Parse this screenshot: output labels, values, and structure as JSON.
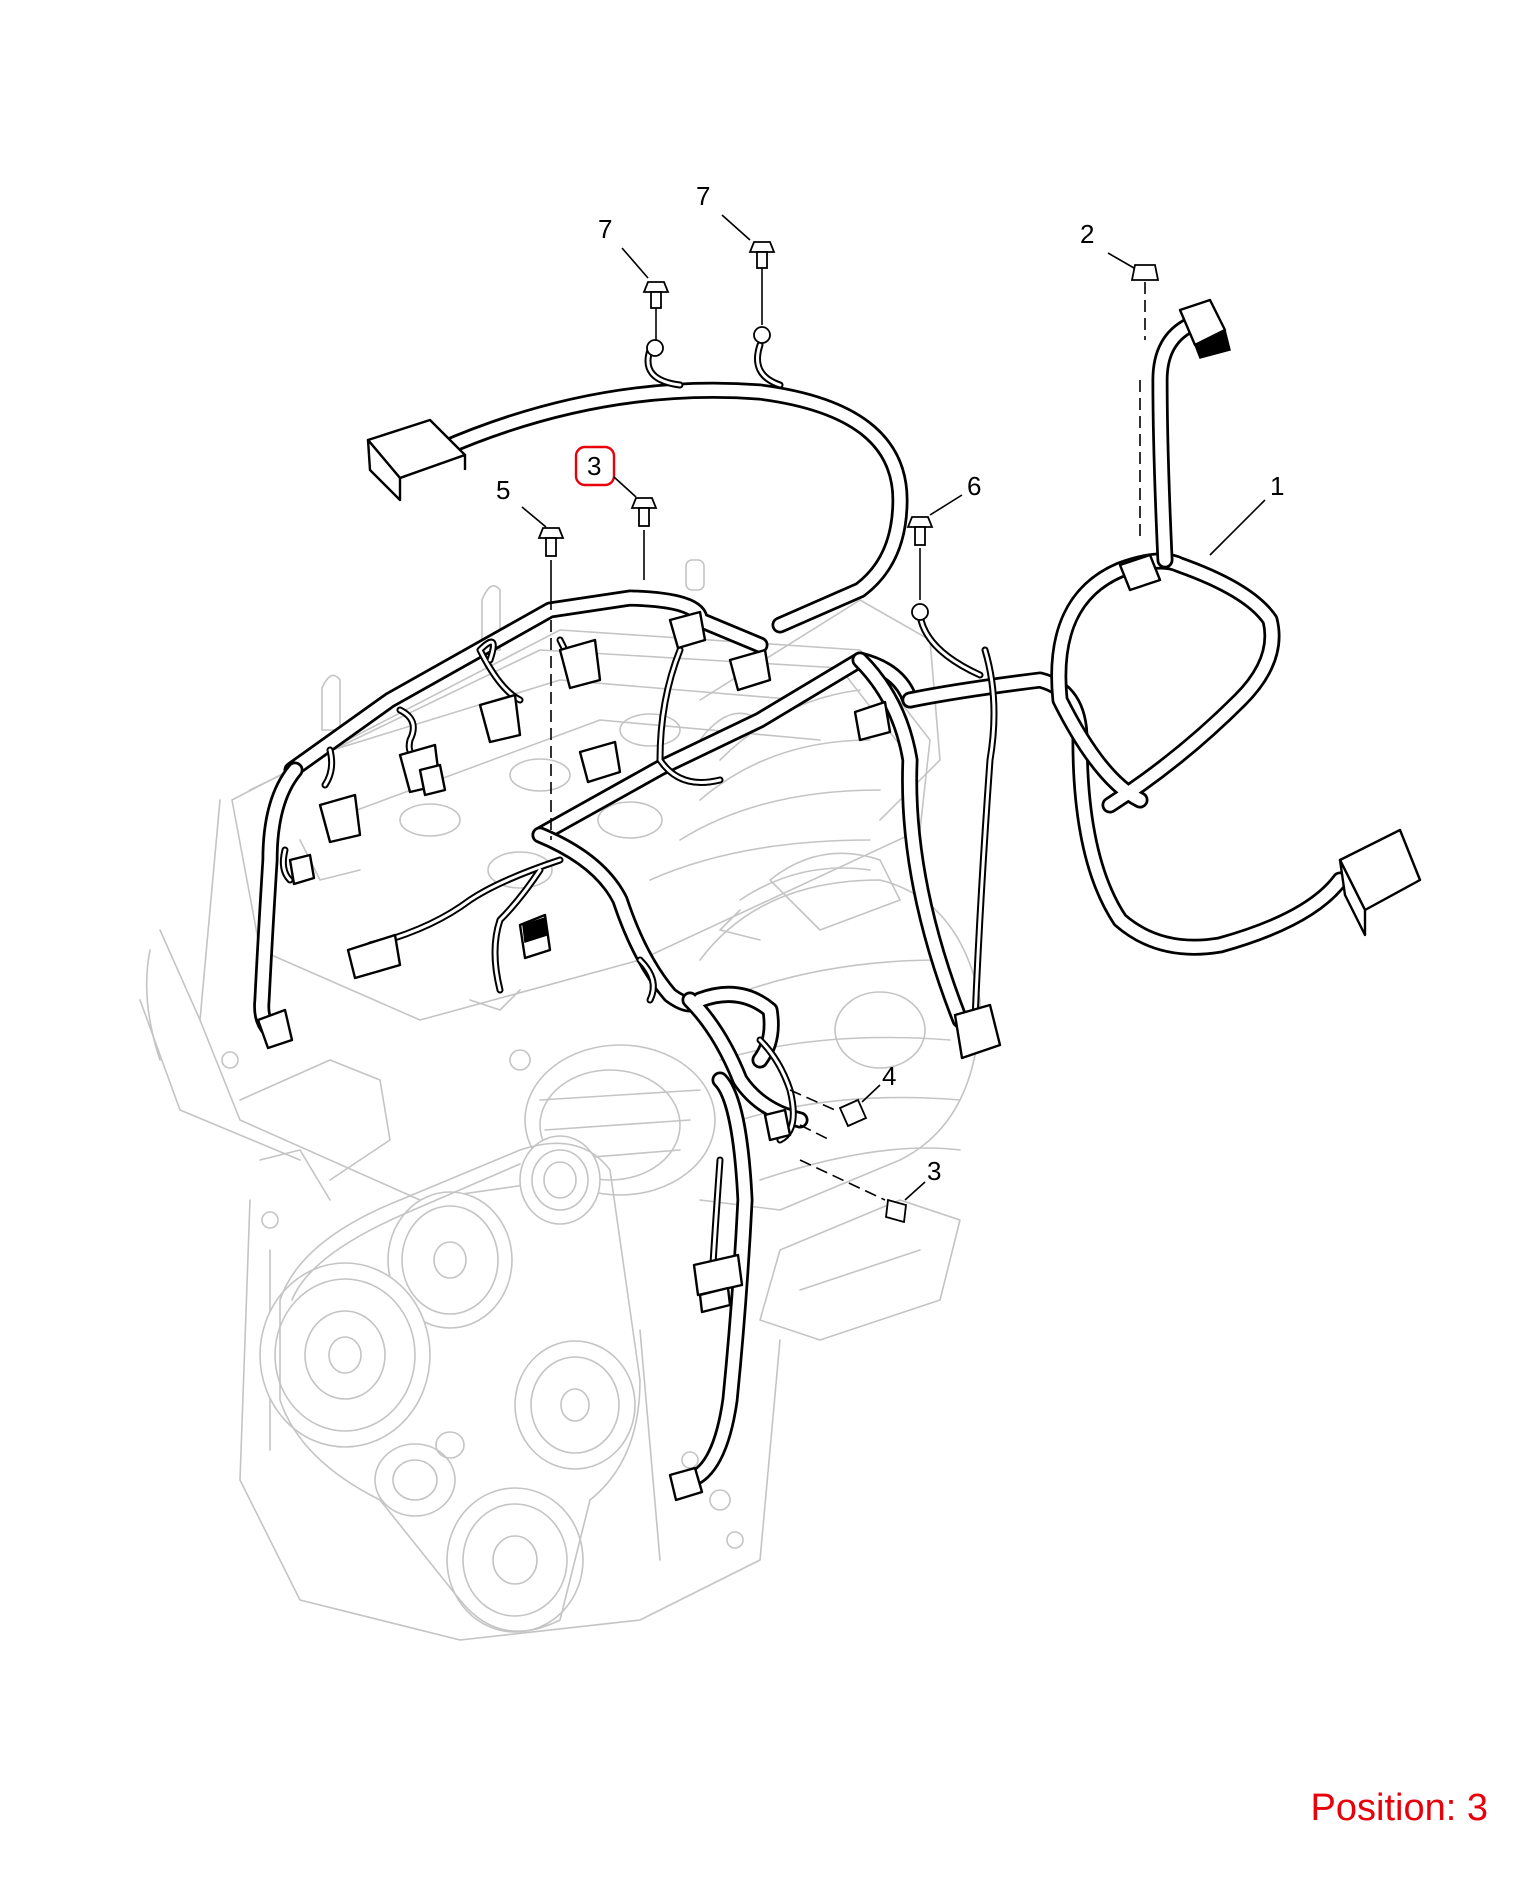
{
  "diagram": {
    "callouts": [
      {
        "id": "c-7a",
        "label": "7"
      },
      {
        "id": "c-7b",
        "label": "7"
      },
      {
        "id": "c-2",
        "label": "2"
      },
      {
        "id": "c-3-top",
        "label": "3",
        "highlighted": true
      },
      {
        "id": "c-5",
        "label": "5"
      },
      {
        "id": "c-6",
        "label": "6"
      },
      {
        "id": "c-1",
        "label": "1"
      },
      {
        "id": "c-4",
        "label": "4"
      },
      {
        "id": "c-3-bottom",
        "label": "3"
      }
    ],
    "highlight_color": "#e8000b",
    "line_color": "#000000",
    "engine_color": "#c4c4c4"
  },
  "position": {
    "label": "Position: 3"
  }
}
